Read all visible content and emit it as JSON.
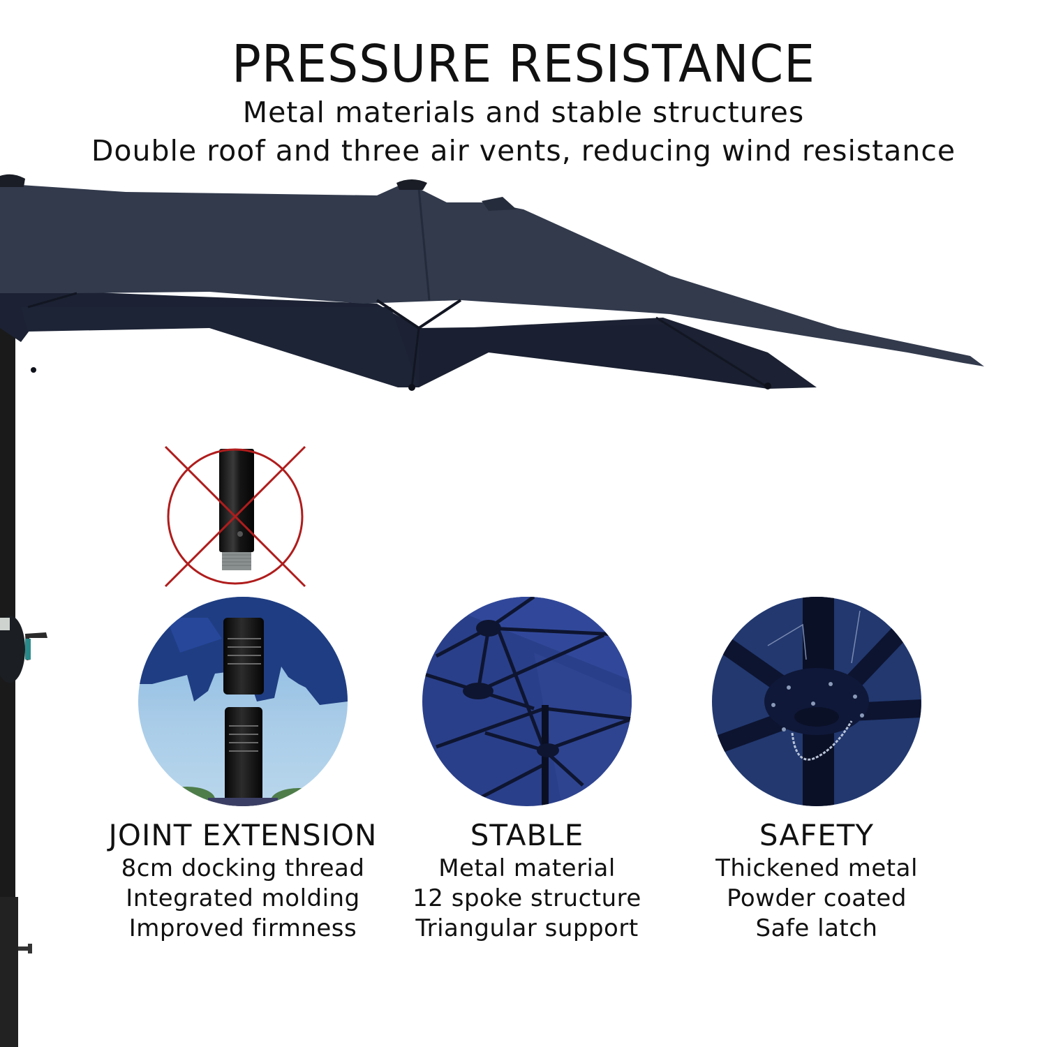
{
  "header": {
    "title": "PRESSURE RESISTANCE",
    "subtitle_lines": [
      "Metal materials and stable structures",
      "Double roof and three air vents, reducing wind resistance"
    ]
  },
  "illustration": {
    "main_image": "double-top-patio-umbrella",
    "canopy_color": "#2e3647",
    "canopy_shadow_color": "#1c2233",
    "pole_color": "#1a1a1a",
    "crank_accent_color": "#2a8a8a",
    "crossed_out_image": "non-integrated-pole-extension",
    "cross_color": "#b01c1c"
  },
  "features": [
    {
      "image": "joint-extension-closeup",
      "title": "JOINT EXTENSION",
      "lines": [
        "8cm docking thread",
        "Integrated molding",
        "Improved firmness"
      ]
    },
    {
      "image": "spoke-frame-closeup",
      "title": "STABLE",
      "lines": [
        "Metal material",
        "12 spoke structure",
        "Triangular support"
      ]
    },
    {
      "image": "hub-latch-closeup",
      "title": "SAFETY",
      "lines": [
        "Thickened metal",
        "Powder coated",
        "Safe latch"
      ]
    }
  ]
}
